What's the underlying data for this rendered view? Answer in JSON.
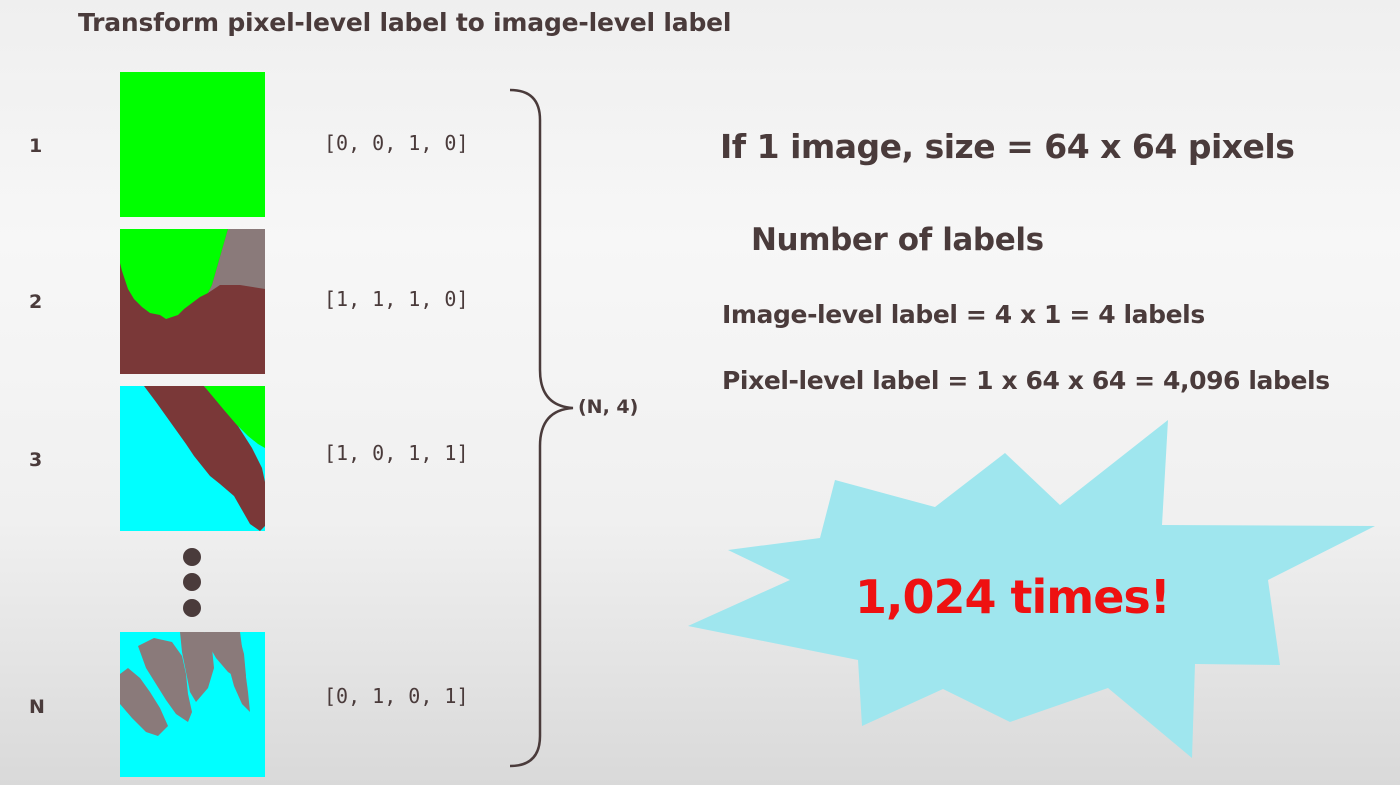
{
  "title": "Transform pixel-level label to image-level label",
  "rows": [
    {
      "index": "1",
      "label": "[0, 0, 1, 0]"
    },
    {
      "index": "2",
      "label": "[1, 1, 1, 0]"
    },
    {
      "index": "3",
      "label": "[1, 0, 1, 1]"
    },
    {
      "index": "N",
      "label": "[0, 1, 0, 1]"
    }
  ],
  "colors": {
    "text": "#4a3b3b",
    "green": "#00ff00",
    "brown": "#7a3838",
    "cyan": "#00ffff",
    "gray": "#8a7a7a",
    "burst": "#9fe6ee",
    "highlight": "#ee1111"
  },
  "stack_shape": "(N, 4)",
  "explanation": {
    "if_line": "If  1 image, size = 64 x 64 pixels",
    "heading": "Number of labels",
    "image_level": "Image-level label = 4 x 1 = 4 labels",
    "pixel_level": "Pixel-level label = 1 x 64 x 64 = 4,096 labels"
  },
  "callout": "1,024 times!"
}
